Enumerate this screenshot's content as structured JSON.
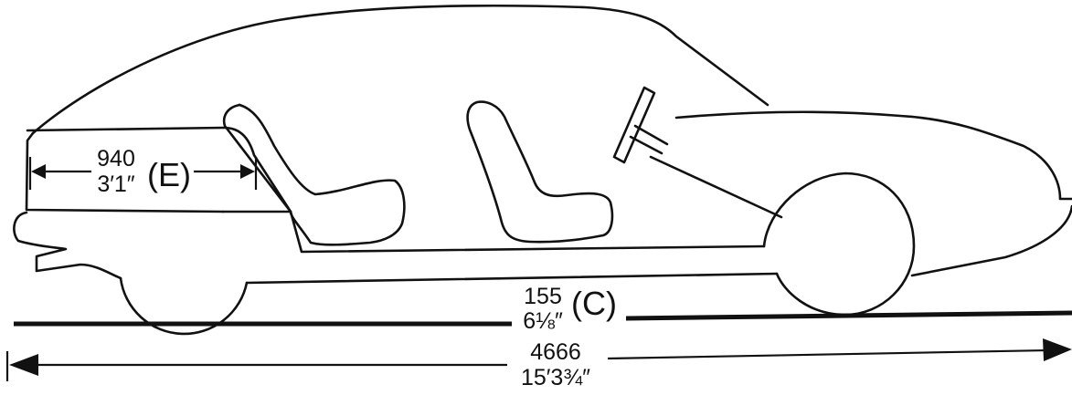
{
  "diagram": {
    "ink_color": "#111111",
    "background_color": "#ffffff",
    "dimensions": {
      "luggage_depth": {
        "mm": "940",
        "imperial": "3′1″",
        "letter": "(E)"
      },
      "ground_clearance": {
        "mm": "155",
        "imperial": "6⅛″",
        "letter": "(C)"
      },
      "overall_length": {
        "mm": "4666",
        "imperial": "15′3¾″"
      }
    }
  }
}
